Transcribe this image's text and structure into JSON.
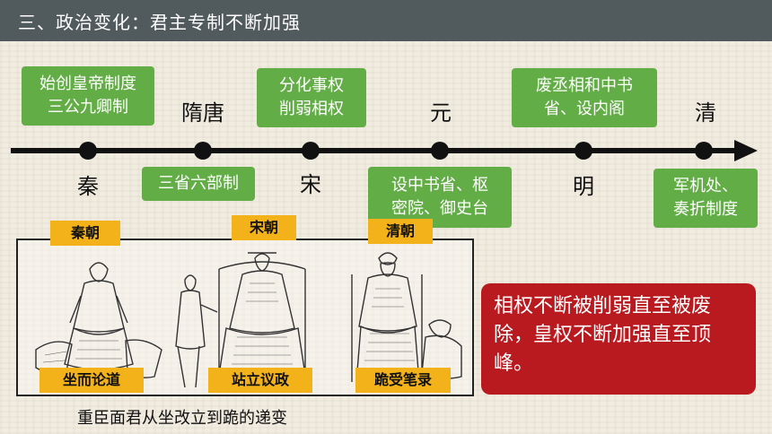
{
  "title": "三、政治变化：君主专制不断加强",
  "timeline": {
    "above_boxes": [
      "始创皇帝制度\n三公九卿制",
      "分化事权\n削弱相权",
      "废丞相和中书\n省、设内阁"
    ],
    "below_boxes": [
      "三省六部制",
      "设中书省、枢\n密院、御史台",
      "军机处、\n奏折制度"
    ],
    "dynasties": {
      "qin": "秦",
      "suitang": "隋唐",
      "song": "宋",
      "yuan": "元",
      "ming": "明",
      "qing": "清"
    }
  },
  "illustration": {
    "top_labels": [
      "秦朝",
      "宋朝",
      "清朝"
    ],
    "bottom_labels": [
      "坐而论道",
      "站立议政",
      "跪受笔录"
    ],
    "caption": "重臣面君从坐改立到跪的递变"
  },
  "conclusion": "相权不断被削弱直至被废除，皇权不断加强直至顶峰。",
  "colors": {
    "title_bar": "#515a5c",
    "green_box": "#63ad47",
    "yellow_label": "#f3b21a",
    "red_box": "#b81a1f"
  }
}
